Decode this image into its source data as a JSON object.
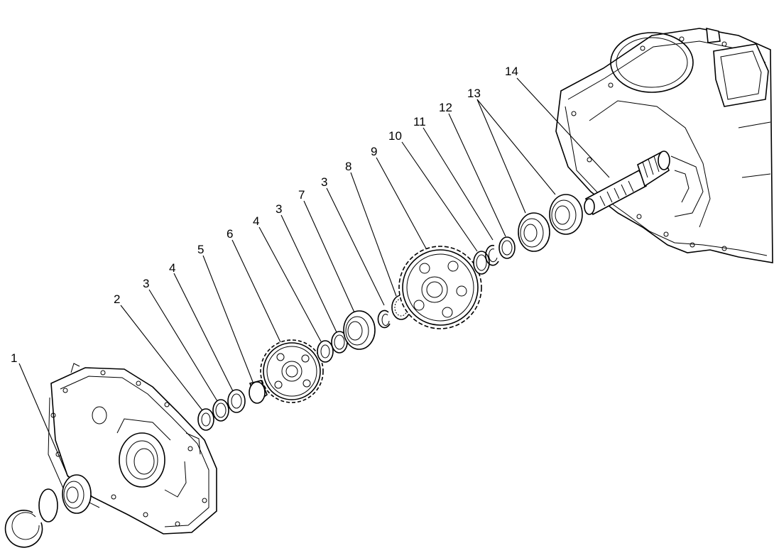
{
  "labels": {
    "l1": "1",
    "l2": "2",
    "l3a": "3",
    "l4a": "4",
    "l5": "5",
    "l6": "6",
    "l4b": "4",
    "l3b": "3",
    "l7": "7",
    "l3c": "3",
    "l8": "8",
    "l9": "9",
    "l10": "10",
    "l11": "11",
    "l12": "12",
    "l13": "13",
    "l14": "14"
  }
}
